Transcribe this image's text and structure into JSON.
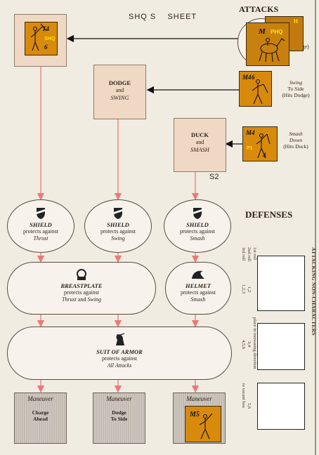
{
  "header": {
    "sheet_title": "SHQ S    SHEET",
    "attacks_title": "ATTACKS",
    "s2_label": "S2"
  },
  "attack_boxes": {
    "dodge_swing": {
      "line1": "DODGE",
      "line2": "and",
      "line3": "SWING"
    },
    "duck_smash": {
      "line1": "DUCK",
      "line2": "and",
      "line3": "SMASH"
    }
  },
  "counters": {
    "t4": {
      "rank": "T4",
      "tag": "SHQ",
      "value": "6"
    },
    "m_phq": {
      "rank": "M",
      "tag": "PHQ",
      "tag2": "H"
    },
    "m4_swing": {
      "rank": "M4",
      "value": "6"
    },
    "m4_smash": {
      "rank": "M4",
      "tag": "P1",
      "value": "4"
    },
    "m5": {
      "rank": "M5"
    }
  },
  "attack_notes": {
    "charge_fragment": "rge)",
    "swing": {
      "line1": "Swing",
      "line2": "To Side",
      "line3": "(Hits Dodge)"
    },
    "smash": {
      "line1": "Smash",
      "line2": "Down",
      "line3": "(Hits Duck)"
    }
  },
  "defenses": {
    "title": "DEFENSES",
    "shield_thrust": {
      "title": "SHIELD",
      "line": "protects against",
      "target": "Thrust"
    },
    "shield_swing": {
      "title": "SHIELD",
      "line": "protects against",
      "target": "Swing"
    },
    "shield_smash": {
      "title": "SHIELD",
      "line": "protects against",
      "target": "Smash"
    },
    "breastplate": {
      "title": "BREASTPLATE",
      "line": "protects against",
      "target1": "Thrust",
      "and": "and",
      "target2": "Swing"
    },
    "helmet": {
      "title": "HELMET",
      "line": "protects against",
      "target": "Smash"
    },
    "suit_of_armor": {
      "title": "SUIT OF ARMOR",
      "line": "protects against",
      "target": "All Attacks"
    }
  },
  "maneuvers": [
    {
      "title": "Maneuver",
      "sub1": "Charge",
      "sub2": "Ahead"
    },
    {
      "title": "Maneuver",
      "sub1": "Dodge",
      "sub2": "To Side"
    },
    {
      "title": "Maneuver"
    }
  ],
  "non_characters": {
    "title": "ATTACKING NON-CHARACTERS",
    "roll_labels": [
      "1st roll",
      "2nd roll",
      "3rd roll"
    ],
    "rows": [
      {
        "range": "1,2",
        "range2": "1,2,3"
      },
      {
        "range": "3,4",
        "range2": "4,5,6",
        "note": "place in increasing direction"
      },
      {
        "range": "5,6",
        "note": "to vacant box"
      }
    ]
  },
  "colors": {
    "counter": "#d88a0c",
    "counter_yellow": "#ffe600",
    "arrow": "#e87a78",
    "box": "#efd9c4"
  }
}
